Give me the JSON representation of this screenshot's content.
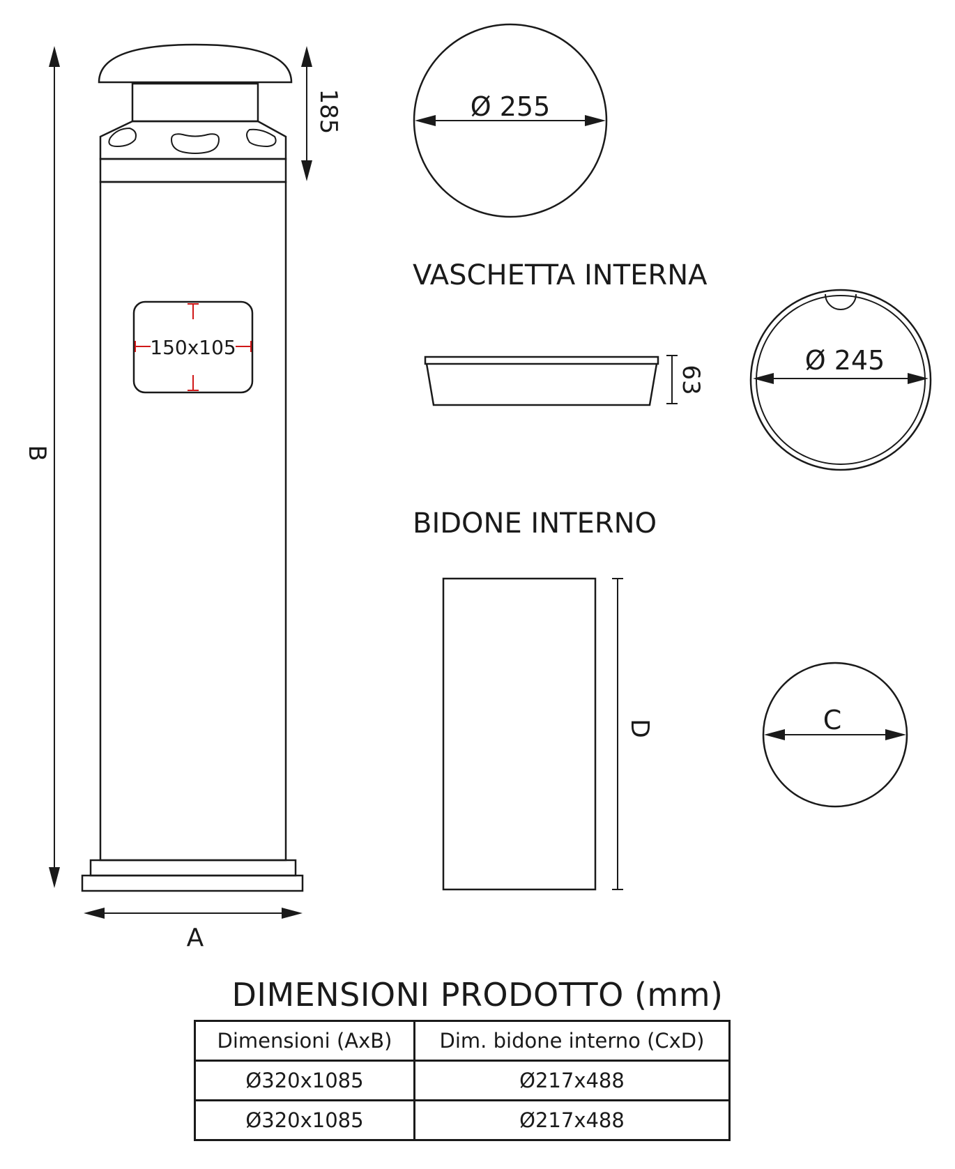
{
  "labels": {
    "dim_cap_height": "185",
    "dim_cap_diameter": "Ø 255",
    "dim_label_window": "150x105",
    "dim_height": "B",
    "dim_width": "A",
    "section_tray": "VASCHETTA INTERNA",
    "dim_tray_height": "63",
    "dim_tray_diameter": "Ø 245",
    "section_bin": "BIDONE INTERNO",
    "dim_bin_height": "D",
    "dim_bin_diameter": "C"
  },
  "table": {
    "title": "DIMENSIONI PRODOTTO (mm)",
    "headers": [
      "Dimensioni (AxB)",
      "Dim. bidone interno (CxD)"
    ],
    "rows": [
      [
        "Ø320x1085",
        "Ø217x488"
      ],
      [
        "Ø320x1085",
        "Ø217x488"
      ]
    ]
  },
  "colors": {
    "line": "#1a1a1a",
    "label_window_dimension": "#d01818"
  }
}
